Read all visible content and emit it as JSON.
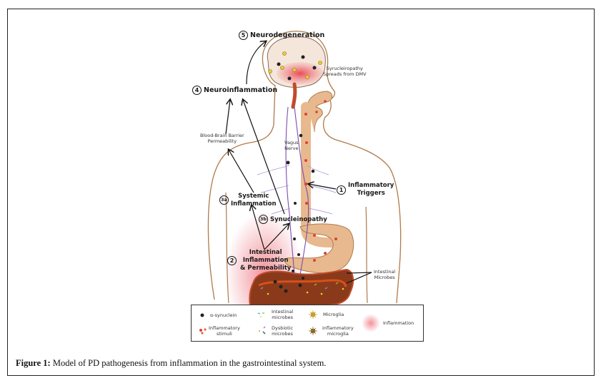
{
  "figure": {
    "caption_label": "Figure 1:",
    "caption_text": " Model of PD pathogenesis from inflammation in the gastrointestinal system.",
    "steps": {
      "step1": {
        "number": "1",
        "title_line1": "Inflammatory",
        "title_line2": "Triggers"
      },
      "step2": {
        "number": "2",
        "title_line1": "Intestinal",
        "title_line2": "Inflammation",
        "title_line3": "& Permeability"
      },
      "step3a": {
        "number": "3a",
        "title_line1": "Systemic",
        "title_line2": "Inflammation"
      },
      "step3b": {
        "number": "3b",
        "title": "Synucleinopathy"
      },
      "step4": {
        "number": "4",
        "title": "Neuroinflammation"
      },
      "step5": {
        "number": "5",
        "title": "Neurodegeneration"
      }
    },
    "annotations": {
      "bbb_line1": "Blood-Brain Barrier",
      "bbb_line2": "Permeability",
      "vagus_line1": "Vagus",
      "vagus_line2": "Nerve",
      "spread_line1": "Syrucleiropathy",
      "spread_line2": "Spreads from DMV",
      "microbes_line1": "Intestinal",
      "microbes_line2": "Microbes"
    },
    "legend": [
      {
        "icon": "alpha-synuclein-dot-icon",
        "line1": "α-synuclein",
        "line2": ""
      },
      {
        "icon": "inflammatory-stimuli-icon",
        "line1": "Inflammatory",
        "line2": "stimuli"
      },
      {
        "icon": "intestinal-microbes-icon",
        "line1": "Intestinal",
        "line2": "microbes"
      },
      {
        "icon": "dysbiotic-microbes-icon",
        "line1": "Dysbiotic",
        "line2": "microbes"
      },
      {
        "icon": "microglia-icon",
        "line1": "Microglia",
        "line2": ""
      },
      {
        "icon": "inflammatory-microglia-icon",
        "line1": "inflammatory",
        "line2": "microglia"
      },
      {
        "icon": "inflammation-glow-icon",
        "line1": "Inflammation",
        "line2": ""
      }
    ],
    "colors": {
      "body_outline": "#b07a4a",
      "gi_tract": "#e8b98f",
      "vagus_nerve": "#7a4fb0",
      "inflammation": "#e83a4a",
      "gut": "#8a3a1a"
    }
  }
}
